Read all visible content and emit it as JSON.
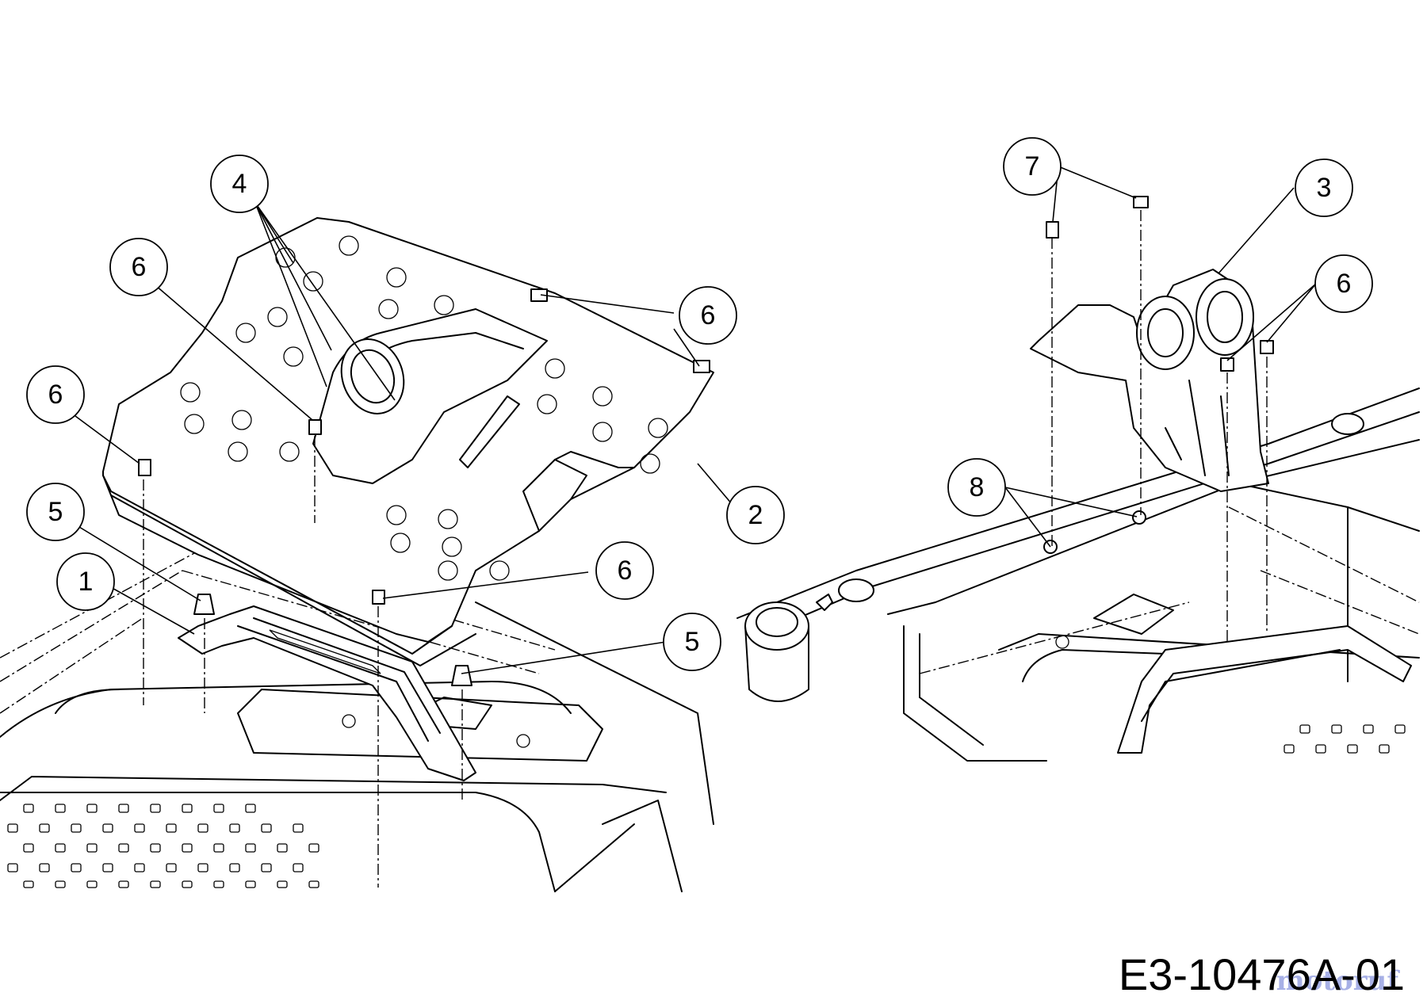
{
  "drawing_id": "E3-10476A-01",
  "watermark": "motoruf",
  "callouts": [
    {
      "id": "c1",
      "label": "1"
    },
    {
      "id": "c2",
      "label": "2"
    },
    {
      "id": "c3",
      "label": "3"
    },
    {
      "id": "c4",
      "label": "4"
    },
    {
      "id": "c5a",
      "label": "5"
    },
    {
      "id": "c5b",
      "label": "5"
    },
    {
      "id": "c6a",
      "label": "6"
    },
    {
      "id": "c6b",
      "label": "6"
    },
    {
      "id": "c6c",
      "label": "6"
    },
    {
      "id": "c6d",
      "label": "6"
    },
    {
      "id": "c6e",
      "label": "6"
    },
    {
      "id": "c7",
      "label": "7"
    },
    {
      "id": "c8",
      "label": "8"
    }
  ]
}
